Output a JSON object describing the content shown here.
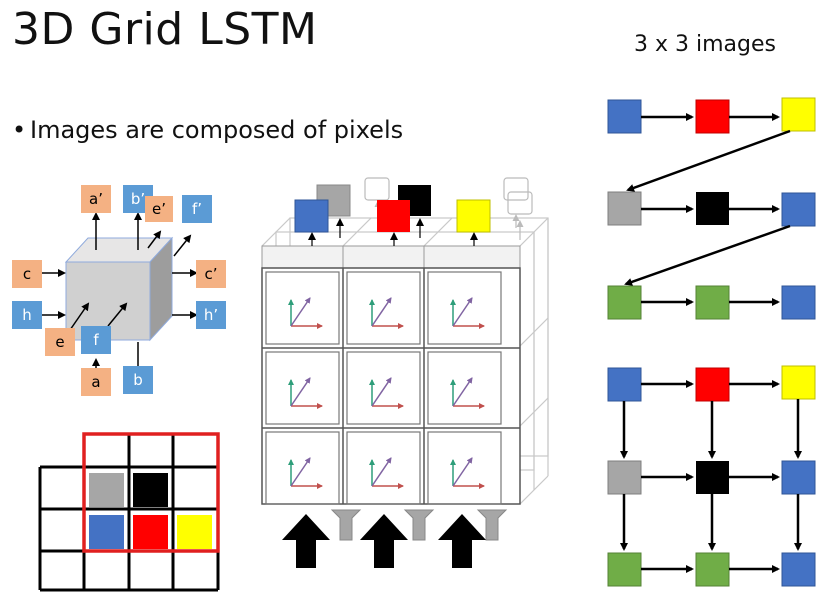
{
  "title": "3D Grid LSTM",
  "subtitle": "3 x 3 images",
  "bullet": "Images are composed of pixels",
  "cube_labels": {
    "a_prime": "a’",
    "b_prime": "b’",
    "e_prime": "e’",
    "f_prime": "f’",
    "c": "c",
    "c_prime": "c’",
    "h": "h",
    "h_prime": "h’",
    "e": "e",
    "f": "f",
    "a": "a",
    "b": "b"
  },
  "colors": {
    "blue": "#4472c4",
    "red": "#ff0000",
    "yellow": "#ffff00",
    "gray": "#a6a6a6",
    "black": "#000000",
    "green": "#70ad47",
    "salmon": "#f4b183",
    "lightblue": "#5b9bd5"
  },
  "pixel_grid": [
    [
      "blue",
      "red",
      "yellow"
    ],
    [
      "gray",
      "black",
      "blue"
    ],
    [
      "green",
      "green",
      "blue"
    ]
  ]
}
